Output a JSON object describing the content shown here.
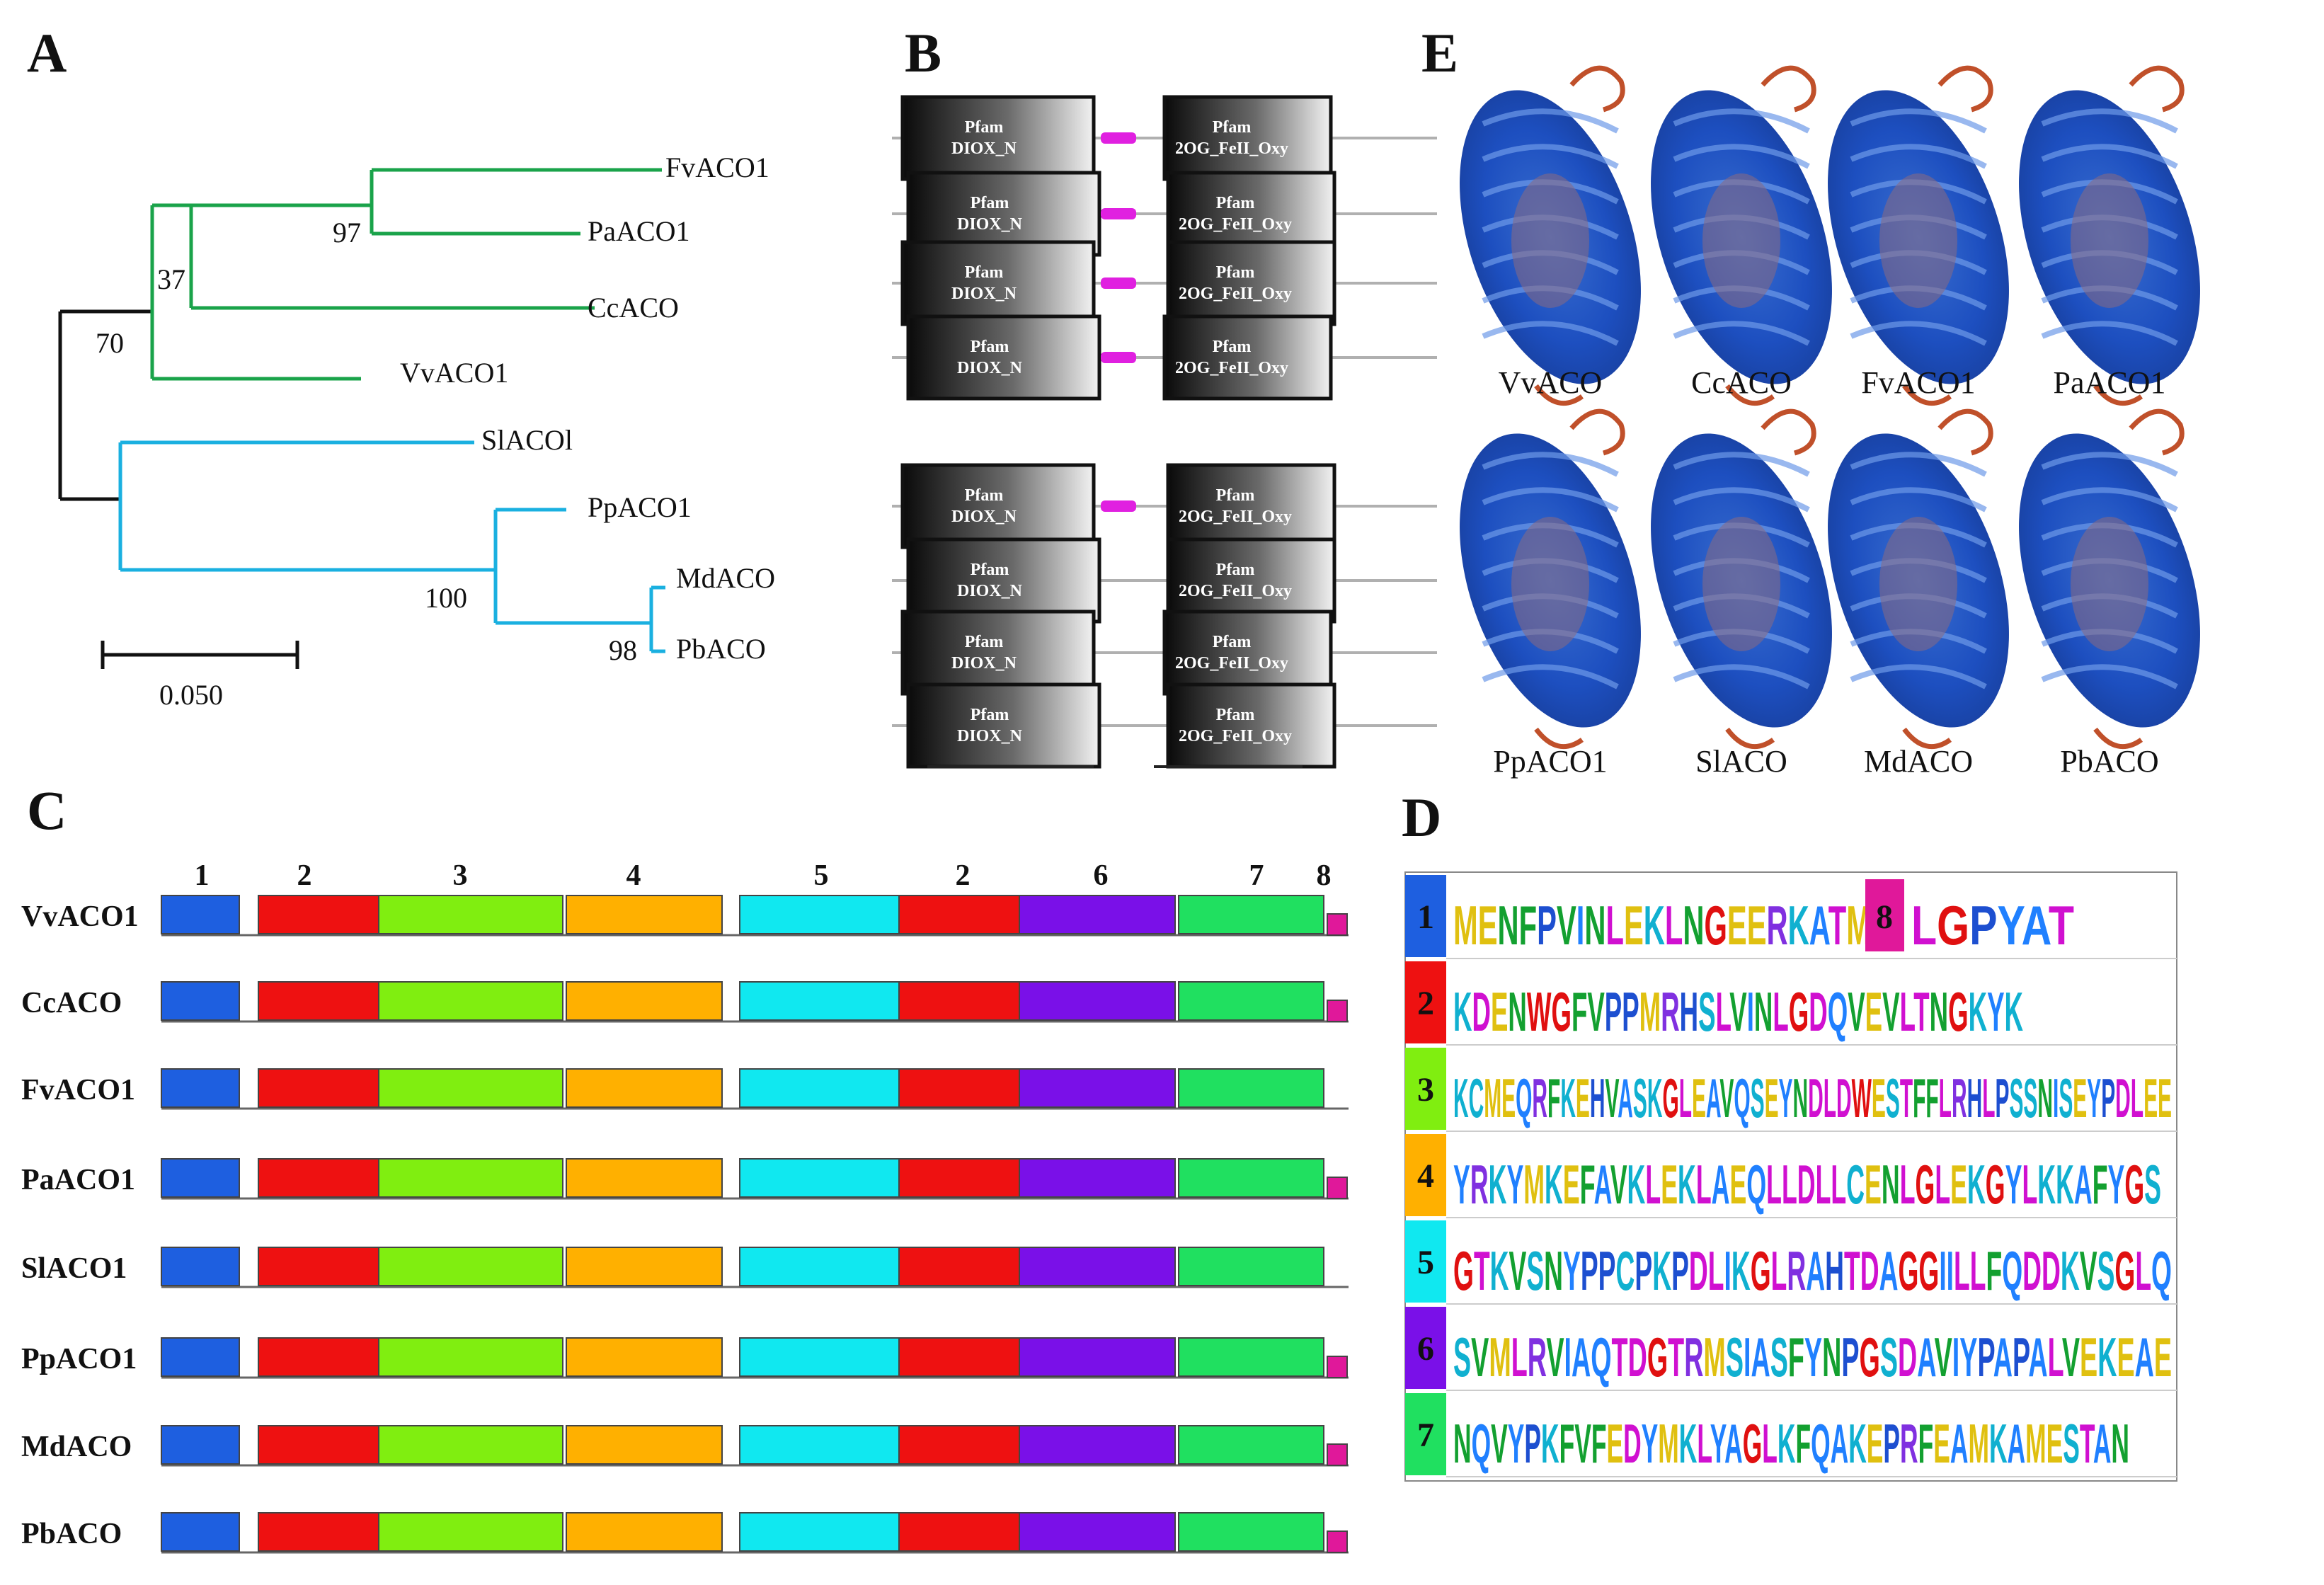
{
  "panel_labels": {
    "a": "A",
    "b": "B",
    "c": "C",
    "d": "D",
    "e": "E"
  },
  "tree": {
    "leaves": [
      "FvACO1",
      "PaACO1",
      "CcACO",
      "VvACO1",
      "SlACOl",
      "PpACO1",
      "MdACO",
      "PbACO"
    ],
    "bootstrap": {
      "n97": "97",
      "n37": "37",
      "n70": "70",
      "n100": "100",
      "n98": "98"
    },
    "scale": "0.050",
    "colors": {
      "clade1": "#1aa34a",
      "clade2": "#1ab0e0",
      "root": "#111111"
    }
  },
  "pfam": {
    "domain1_lines": [
      "Pfam",
      "DIOX_N"
    ],
    "domain2_lines": [
      "Pfam",
      "2OG_FeII_Oxy"
    ],
    "rows": 8,
    "linker_color": "#e020e0"
  },
  "motifs": {
    "header_numbers": [
      "1",
      "2",
      "3",
      "4",
      "5",
      "2",
      "6",
      "7",
      "8"
    ],
    "proteins": [
      "VvACO1",
      "CcACO",
      "FvACO1",
      "PaACO1",
      "SlACO1",
      "PpACO1",
      "MdACO",
      "PbACO"
    ],
    "has_motif8": [
      true,
      true,
      false,
      true,
      false,
      true,
      true,
      true
    ],
    "colors": {
      "m1": "#1e5fe0",
      "m2": "#ee1111",
      "m3": "#80ee10",
      "m4": "#ffb000",
      "m5": "#10e8f0",
      "m6": "#7a10e8",
      "m7": "#20e060",
      "m8": "#e0189a"
    }
  },
  "logos": {
    "rows": [
      {
        "num": "1",
        "seq": "MENFPVINLEKLNGEERKATM",
        "color": "#1e5fe0"
      },
      {
        "num": "2",
        "seq": "KDENWGFVPPMRHSLVINLGDQVEVLTNGKYK",
        "color": "#ee1111"
      },
      {
        "num": "3",
        "seq": "KCMEQRFKEHVASKGLEAVQSEYNDLDWESTFFLRHLPSSNISEYPDLEE",
        "color": "#80ee10"
      },
      {
        "num": "4",
        "seq": "YRKYMKEFAVKLEKLAEQLLDLLCENLGLEKGYLKKAFYGS",
        "color": "#ffb000"
      },
      {
        "num": "5",
        "seq": "GTKVSNYPPCPKPDLIKGLRAHTDAGGIILLFQDDKVSGLQ",
        "color": "#10e8f0"
      },
      {
        "num": "6",
        "seq": "SVMLRVIAQTDGTRMSIASFYNPGSDAVIYPAPALVEKEAE",
        "color": "#7a10e8"
      },
      {
        "num": "7",
        "seq": "NQVYPKFVFEDYMKLYAGLKFQAKEPRFEAMKAMESTAN",
        "color": "#20e060"
      }
    ],
    "motif8": {
      "num": "8",
      "seq": "LGPYAT",
      "color": "#e0189a"
    }
  },
  "structures": {
    "top": [
      "VvACO",
      "CcACO",
      "FvACO1",
      "PaACO1"
    ],
    "bottom": [
      "PpACO1",
      "SlACO",
      "MdACO",
      "PbACO"
    ]
  }
}
